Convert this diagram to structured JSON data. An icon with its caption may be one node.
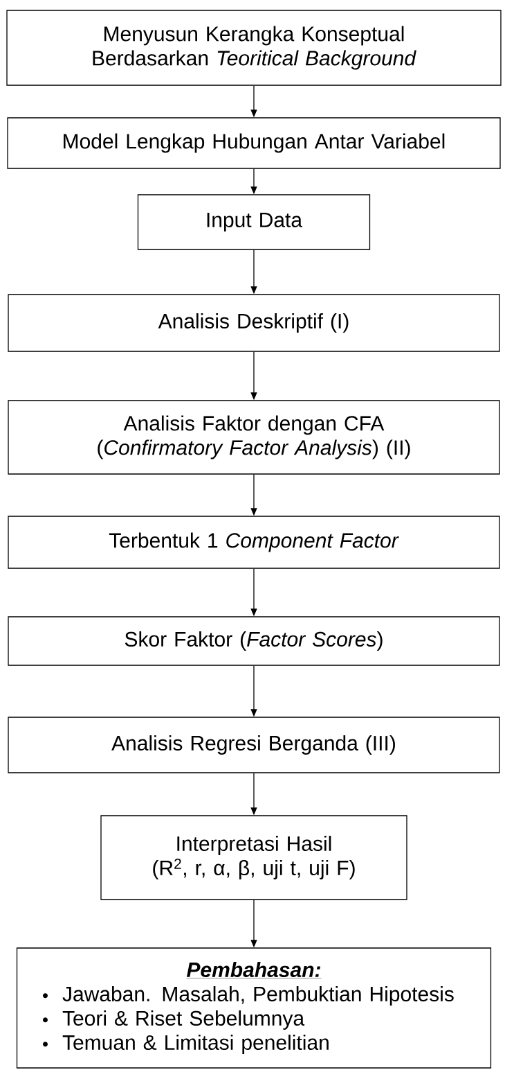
{
  "diagram": {
    "nodes": [
      {
        "text": [
          "Menyusun Kerangka Konseptual Berdasarkan *Teoritical Background*"
        ]
      },
      {
        "text": [
          "Model Lengkap Hubungan Antar Variabel"
        ]
      },
      {
        "text": [
          "Input Data"
        ]
      },
      {
        "text": [
          "Analisis Deskriptif (I)"
        ]
      },
      {
        "text": [
          "Analisis Faktor dengan CFA (*Confirmatory Factor Analysis*) (II)"
        ]
      },
      {
        "text": [
          "Terbentuk 1 *Component Factor*"
        ]
      },
      {
        "text": [
          "Skor Faktor (*Factor Scores*)"
        ]
      },
      {
        "text": [
          "Analisis Regresi Berganda (III)"
        ]
      },
      {
        "text": [
          "Interpretasi Hasil",
          "(R$^{2}$, r, α, β, uji t, uji F)"
        ]
      },
      {
        "text": [
          "Pembahasan:",
          "Jawaban. Masalah, Pembuktian Hipotesis",
          "Teori & Riset Sebelumnya",
          "Temuan & Limitasi penelitian"
        ]
      }
    ],
    "edges": [
      {
        "from": 0,
        "to": 1,
        "arrow": "to"
      },
      {
        "from": 1,
        "to": 2,
        "arrow": "to"
      },
      {
        "from": 2,
        "to": 3,
        "arrow": "to"
      },
      {
        "from": 3,
        "to": 4,
        "arrow": "to"
      },
      {
        "from": 4,
        "to": 5,
        "arrow": "to"
      },
      {
        "from": 5,
        "to": 6,
        "arrow": "to"
      },
      {
        "from": 6,
        "to": 7,
        "arrow": "to"
      },
      {
        "from": 7,
        "to": 8,
        "arrow": "to"
      },
      {
        "from": 8,
        "to": 9,
        "arrow": "to"
      }
    ]
  }
}
